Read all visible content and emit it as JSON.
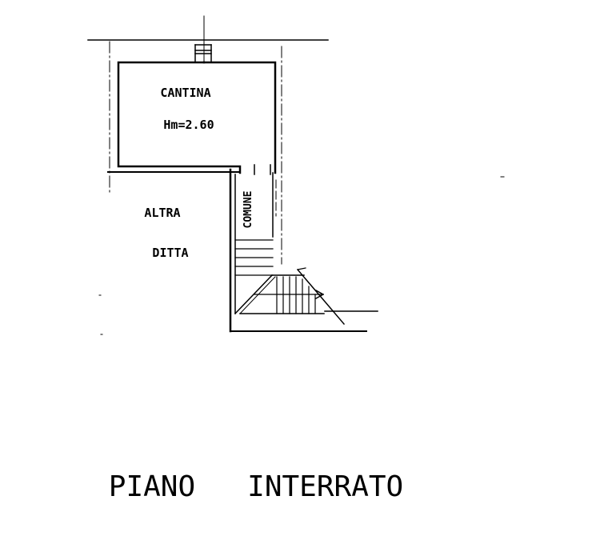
{
  "rooms": {
    "cantina": {
      "name": "CANTINA",
      "height": "Hm=2.60"
    },
    "altra_ditta": {
      "line1": "ALTRA",
      "line2": "DITTA"
    },
    "comune": {
      "name": "COMUNE"
    }
  },
  "plan_title": "PIANO   INTERRATO",
  "colors": {
    "ink": "#000000",
    "paper": "#ffffff"
  }
}
